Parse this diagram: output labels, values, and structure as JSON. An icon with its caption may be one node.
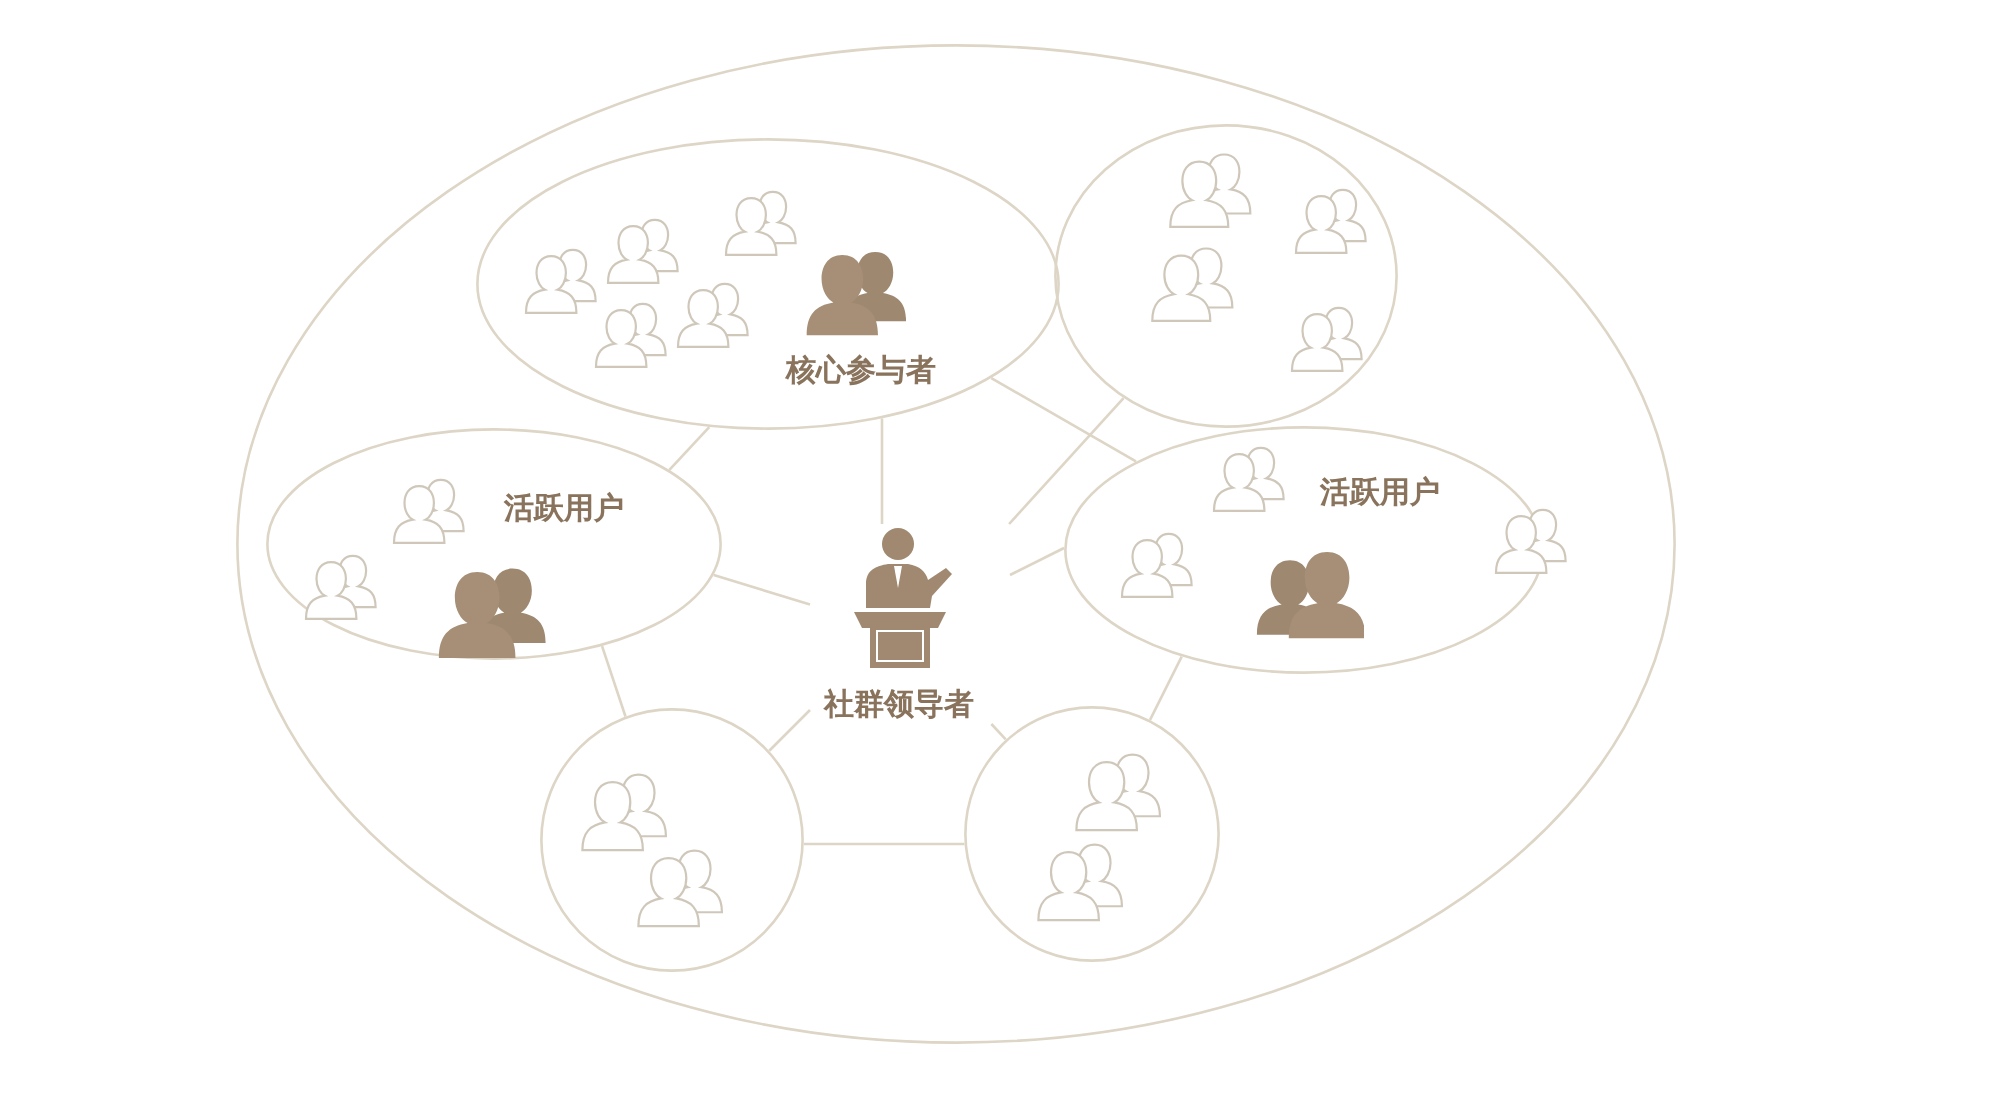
{
  "diagram": {
    "nodes": [
      {
        "text": [],
        "shape": "circle"
      },
      {
        "text": [
          "核心参与者"
        ],
        "in": 0
      },
      {
        "text": [],
        "shape": "circle",
        "in": 0
      },
      {
        "text": [
          "活跃用户"
        ],
        "in": 0
      },
      {
        "text": [
          "社群领导者"
        ],
        "in": 0
      },
      {
        "text": [
          "活跃用户"
        ],
        "in": 0
      },
      {
        "text": [],
        "shape": "circle",
        "in": 0
      },
      {
        "text": [],
        "shape": "circle",
        "in": 0
      }
    ],
    "edges": [
      {
        "from": 1,
        "to": 4,
        "arrow": "none"
      },
      {
        "from": 2,
        "to": 4,
        "arrow": "none"
      },
      {
        "from": 1,
        "to": 5,
        "arrow": "none"
      },
      {
        "from": 3,
        "to": 1,
        "arrow": "none"
      },
      {
        "from": 3,
        "to": 4,
        "arrow": "none"
      },
      {
        "from": 5,
        "to": 4,
        "arrow": "none"
      },
      {
        "from": 3,
        "to": 6,
        "arrow": "none"
      },
      {
        "from": 4,
        "to": 6,
        "arrow": "none"
      },
      {
        "from": 4,
        "to": 7,
        "arrow": "none"
      },
      {
        "from": 5,
        "to": 7,
        "arrow": "none"
      },
      {
        "from": 6,
        "to": 7,
        "arrow": "none"
      }
    ]
  }
}
